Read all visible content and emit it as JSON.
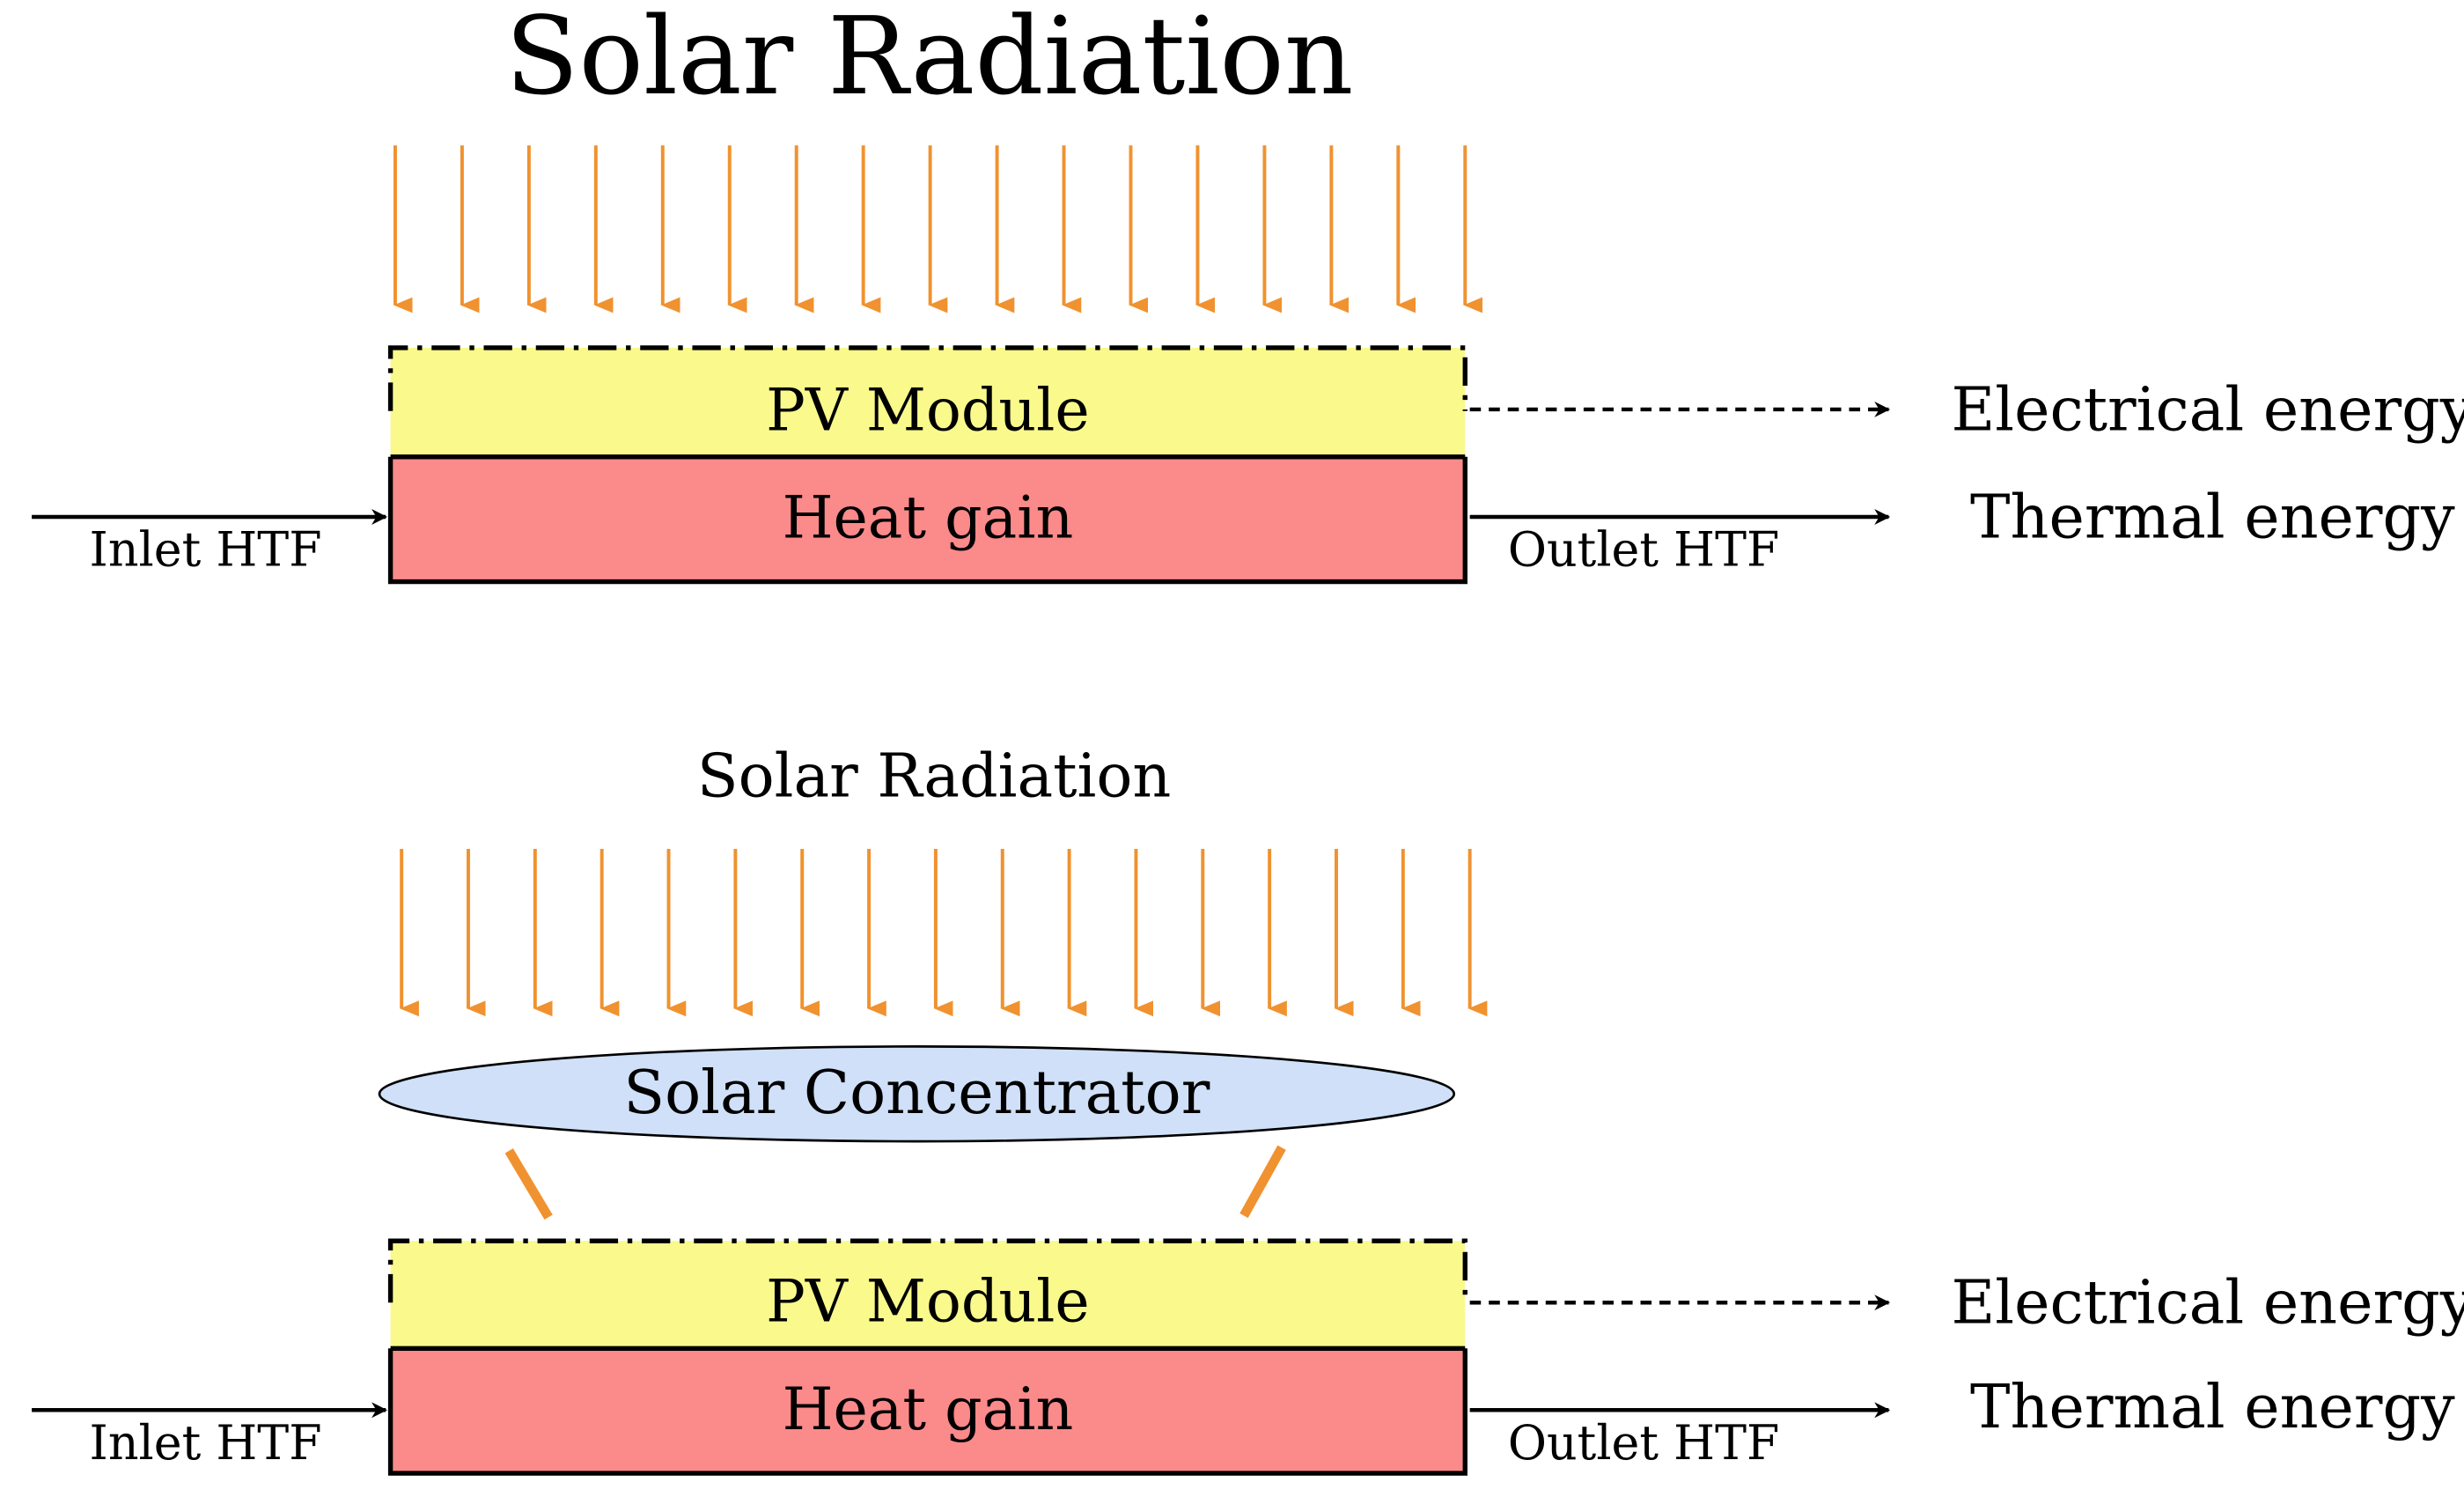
{
  "colors": {
    "radiation": "#F0922F",
    "pv_fill": "#FAFA8C",
    "heat_fill": "#FB8A8A",
    "concentrator_fill": "#CFE0F8",
    "outline": "#000000"
  },
  "panels": [
    {
      "id": "top",
      "title": "Solar Radiation",
      "pv_label": "PV Module",
      "heat_label": "Heat gain",
      "inlet_label": "Inlet HTF",
      "outlet_label": "Outlet HTF",
      "electrical_label": "Electrical energy",
      "thermal_label": "Thermal energy",
      "arrow_count": 17
    },
    {
      "id": "bottom",
      "title": "Solar Radiation",
      "concentrator_label": "Solar Concentrator",
      "pv_label": "PV Module",
      "heat_label": "Heat gain",
      "inlet_label": "Inlet HTF",
      "outlet_label": "Outlet HTF",
      "electrical_label": "Electrical energy",
      "thermal_label": "Thermal energy",
      "arrow_count": 17
    }
  ]
}
